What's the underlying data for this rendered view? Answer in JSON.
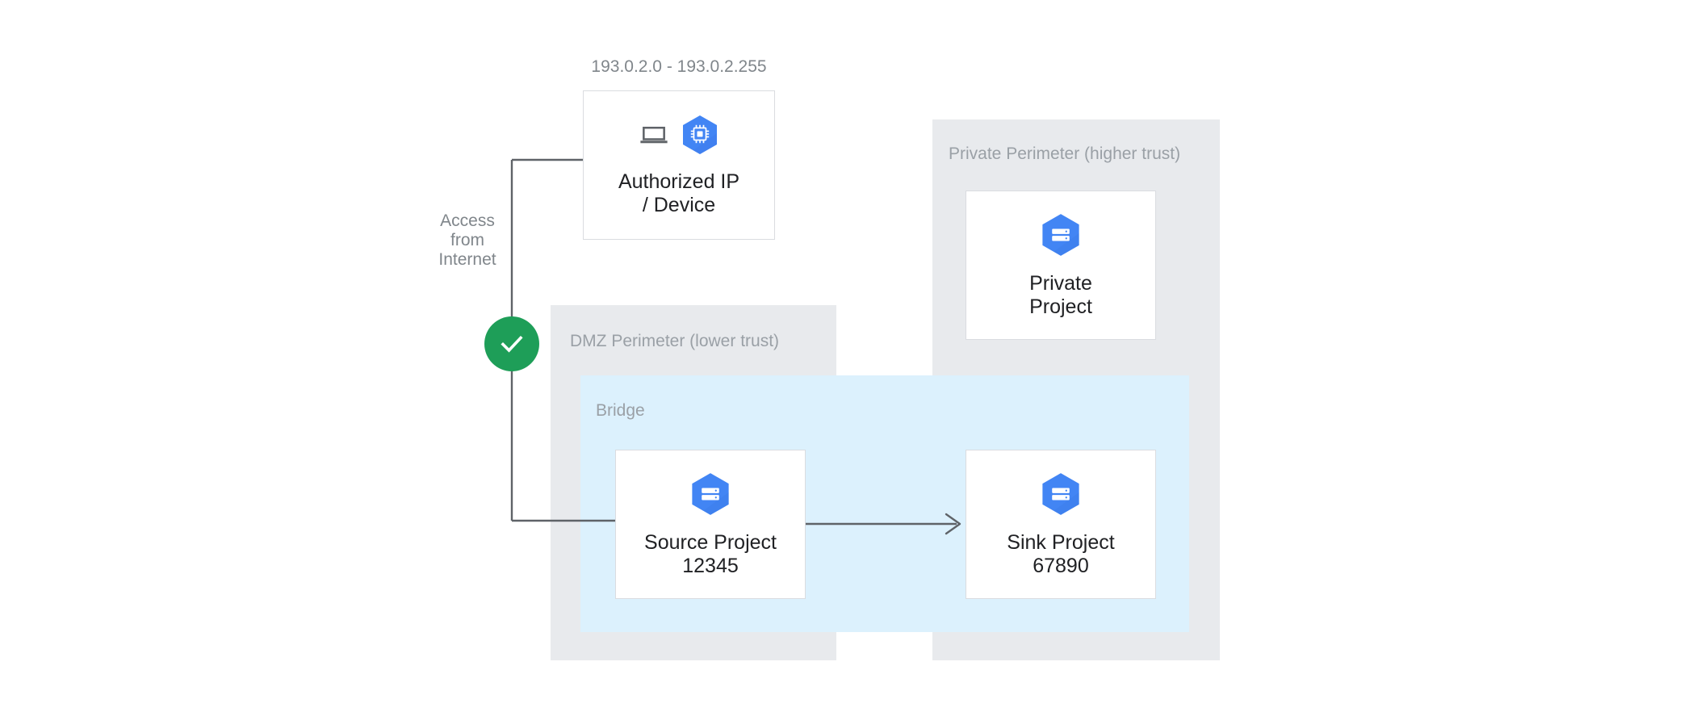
{
  "diagram": {
    "title": "VPC Service Controls bridge between DMZ and private perimeters",
    "colors": {
      "perimeter_fill": "#e8eaed",
      "bridge_fill": "#dcf1fd",
      "card_border": "#dadce0",
      "icon_blue": "#4285f4",
      "icon_gray": "#5f6368",
      "check_green": "#1e9e58",
      "label_gray": "#9aa0a6",
      "connector_gray": "#5f6368",
      "title_text": "#202124"
    }
  },
  "captions": {
    "ip_range": "193.0.2.0 - 193.0.2.255",
    "access_from_internet": "Access\nfrom\nInternet"
  },
  "perimeters": [
    {
      "id": "dmz",
      "label": "DMZ Perimeter (lower trust)"
    },
    {
      "id": "private",
      "label": "Private Perimeter (higher trust)"
    }
  ],
  "bridge": {
    "label": "Bridge"
  },
  "cards": [
    {
      "id": "authorized",
      "title": "Authorized IP\n/ Device",
      "icons": [
        "laptop-icon",
        "compute-chip-hex-icon"
      ]
    },
    {
      "id": "private-project",
      "title": "Private\nProject",
      "icons": [
        "project-hex-icon"
      ]
    },
    {
      "id": "source-project",
      "title": "Source Project\n12345",
      "icons": [
        "project-hex-icon"
      ]
    },
    {
      "id": "sink-project",
      "title": "Sink Project\n67890",
      "icons": [
        "project-hex-icon"
      ]
    }
  ],
  "badges": [
    {
      "id": "access-allowed",
      "icon": "check-icon",
      "color": "#1e9e58"
    }
  ],
  "connectors": [
    {
      "id": "internet-to-authorized-ip",
      "from": "access-path",
      "to": "authorized-card"
    },
    {
      "id": "internet-to-source-project",
      "from": "access-path",
      "to": "source-project-card"
    },
    {
      "id": "source-to-sink",
      "from": "source-project-card",
      "to": "sink-project-card",
      "arrowhead": true
    }
  ]
}
